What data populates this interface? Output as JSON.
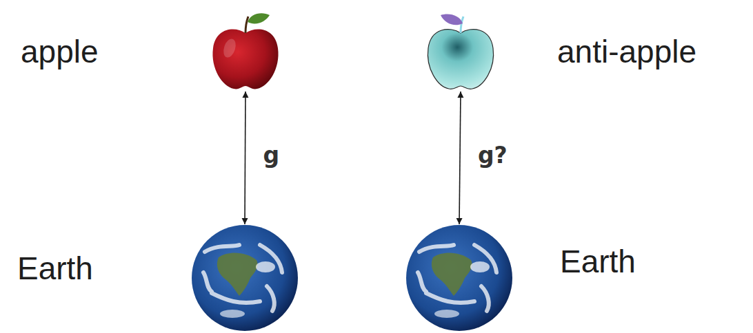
{
  "diagram": {
    "nodes": [
      {
        "text": [
          "apple"
        ]
      },
      {
        "text": [
          "anti-apple"
        ]
      },
      {
        "text": [
          "Earth"
        ]
      },
      {
        "text": [
          "Earth"
        ]
      }
    ],
    "edges": [
      {
        "from": 0,
        "to": 2,
        "label": "g",
        "arrow": "both"
      },
      {
        "from": 1,
        "to": 3,
        "label": "g?",
        "arrow": "both"
      }
    ]
  }
}
